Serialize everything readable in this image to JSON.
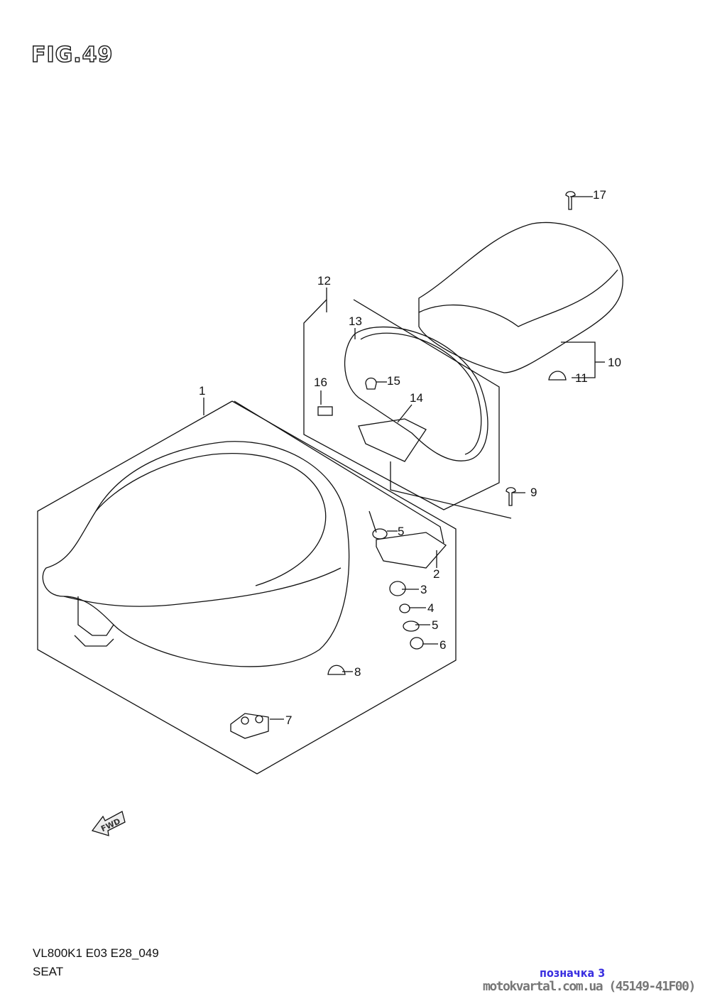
{
  "figure": {
    "title": "FIG.49",
    "fwd_label": "FWD"
  },
  "callouts": [
    "1",
    "2",
    "3",
    "4",
    "5",
    "5",
    "6",
    "7",
    "8",
    "9",
    "10",
    "11",
    "12",
    "13",
    "14",
    "15",
    "16",
    "17"
  ],
  "footer": {
    "model_code": "VL800K1 E03 E28_049",
    "section_name": "SEAT"
  },
  "watermark": {
    "mark": "позначка 3",
    "site": "motokvartal.com.ua (45149-41F00)"
  }
}
